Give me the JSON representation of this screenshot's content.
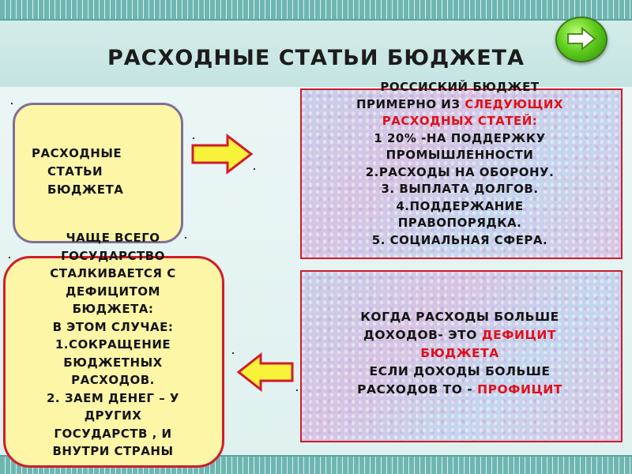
{
  "title": "РАСХОДНЫЕ СТАТЬИ БЮДЖЕТА",
  "top_left_box": {
    "lines": [
      "РАСХОДНЫЕ",
      "СТАТЬИ",
      "БЮДЖЕТА"
    ]
  },
  "top_right_box": {
    "line1": "РОССИСКИЙ  БЮДЖЕТ",
    "line2_a": "ПРИМЕРНО ИЗ ",
    "line2_b": "СЛЕДУЮЩИХ",
    "line3": "РАСХОДНЫХ СТАТЕЙ:",
    "items": [
      "1 20%  -НА  ПОДДЕРЖКУ",
      "ПРОМЫШЛЕННОСТИ",
      "2.РАСХОДЫ НА ОБОРОНУ.",
      "3. ВЫПЛАТА ДОЛГОВ.",
      "4.ПОДДЕРЖАНИЕ",
      "ПРАВОПОРЯДКА.",
      "5. СОЦИАЛЬНАЯ СФЕРА."
    ]
  },
  "bottom_left_box": {
    "lines": [
      "ЧАЩЕ ВСЕГО",
      "ГОСУДАРСТВО",
      "СТАЛКИВАЕТСЯ  С",
      "ДЕФИЦИТОМ",
      "БЮДЖЕТА:",
      "В ЭТОМ СЛУЧАЕ:",
      "1.СОКРАЩЕНИЕ",
      "БЮДЖЕТНЫХ",
      "РАСХОДОВ.",
      "2. ЗАЕМ ДЕНЕГ – У",
      "ДРУГИХ",
      "ГОСУДАРСТВ , И",
      "ВНУТРИ СТРАНЫ"
    ]
  },
  "bottom_right_box": {
    "line1": "КОГДА  РАСХОДЫ БОЛЬШЕ",
    "line2_a": "ДОХОДОВ- ЭТО ",
    "line2_b": "ДЕФИЦИТ",
    "line3": "БЮДЖЕТА",
    "line4": "ЕСЛИ ДОХОДЫ БОЛЬШЕ",
    "line5_a": "РАСХОДОВ  ТО - ",
    "line5_b": "ПРОФИЦИТ"
  },
  "colors": {
    "highlight": "#e0101c",
    "yellow_box": "#fdf6a7",
    "arrow_fill": "#f8f23a",
    "arrow_stroke": "#d11c2a",
    "next_button": "#5fce1d"
  },
  "icons": {
    "next": "arrow-right-icon",
    "arrow_right": "arrow-right-icon",
    "arrow_left": "arrow-left-icon"
  }
}
